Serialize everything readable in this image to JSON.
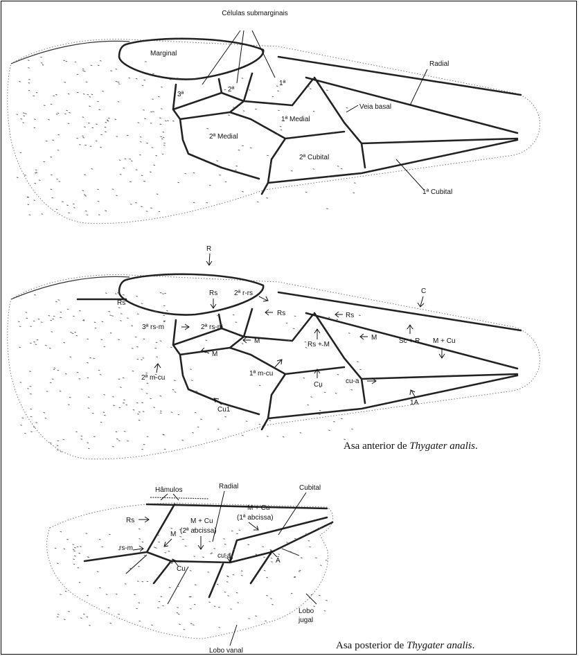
{
  "wing1": {
    "header": "Células submarginais",
    "labels": {
      "marginal": "Marginal",
      "sub3": "3ª",
      "sub2": "2ª",
      "sub1": "1ª",
      "medial1": "1ª Medial",
      "medial2": "2ª Medial",
      "cubital2": "2ª Cubital",
      "cubital1": "1ª Cubital",
      "radial": "Radial",
      "veia_basal": "Veia basal"
    }
  },
  "wing2": {
    "labels": {
      "R": "R",
      "Rs_a": "Rs",
      "Rs_b": "Rs",
      "r_rs2": "2ª r-rs",
      "Rs_c": "Rs",
      "Rs_d": "Rs",
      "C": "C",
      "rs_m3": "3ª rs-m",
      "rs_m2": "2ª rs-m",
      "M_a": "M",
      "Rs_M": "Rs + M",
      "M_b": "M",
      "Sc_R": "Sc + R",
      "M_Cu": "M + Cu",
      "M_c": "M",
      "m_cu2": "2ª m-cu",
      "m_cu1": "1ª m-cu",
      "Cu": "Cu",
      "cu_a": "cu-a",
      "Cu1": "Cu1",
      "A1": "1A"
    },
    "caption_pre": "Asa anterior de ",
    "caption_species": "Thygater analis",
    "caption_post": "."
  },
  "wing3": {
    "labels": {
      "hamulos": "Hâmulos",
      "radial": "Radial",
      "cubital": "Cubital",
      "Rs": "Rs",
      "M_Cu2": "M + Cu",
      "M_Cu2_sub": "(2ª abcissa)",
      "M_Cu1": "M + Cu",
      "M_Cu1_sub": "(1ª abcissa)",
      "M": "M",
      "rs_m": "rs-m",
      "Cu": "Cu",
      "cu_a": "cu-a",
      "A": "A",
      "lobo_jugal_1": "Lobo",
      "lobo_jugal_2": "jugal",
      "lobo_vanal": "Lobo vanal"
    },
    "caption_pre": "Asa posterior de ",
    "caption_species": "Thygater analis",
    "caption_post": "."
  }
}
